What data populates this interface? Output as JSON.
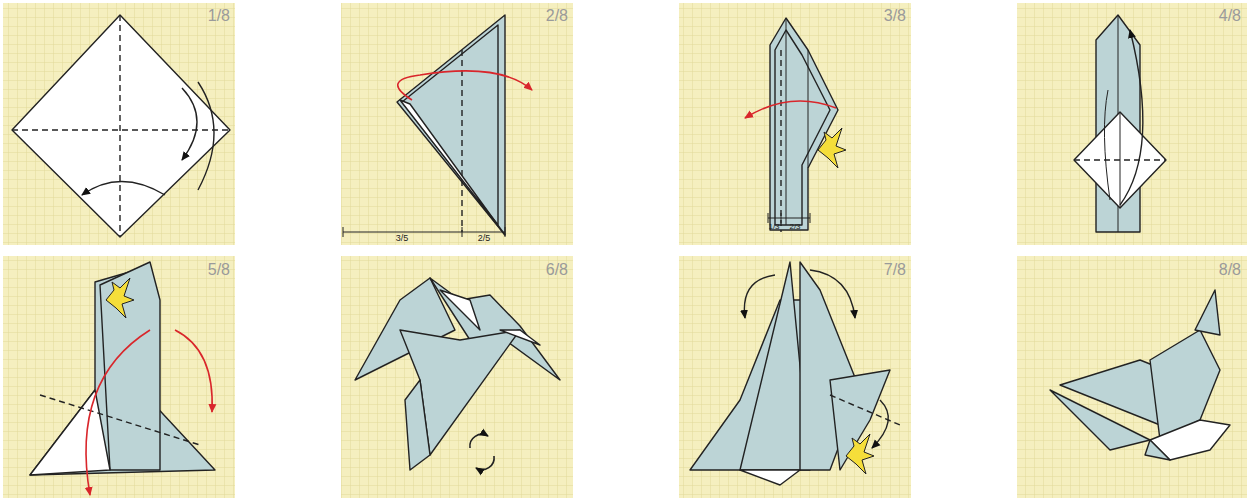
{
  "diagram": {
    "labels": [
      "1/8",
      "2/8",
      "3/8",
      "4/8",
      "5/8",
      "6/8",
      "7/8",
      "8/8",
      "3/5",
      "2/5",
      "1/3",
      "2/3"
    ]
  }
}
